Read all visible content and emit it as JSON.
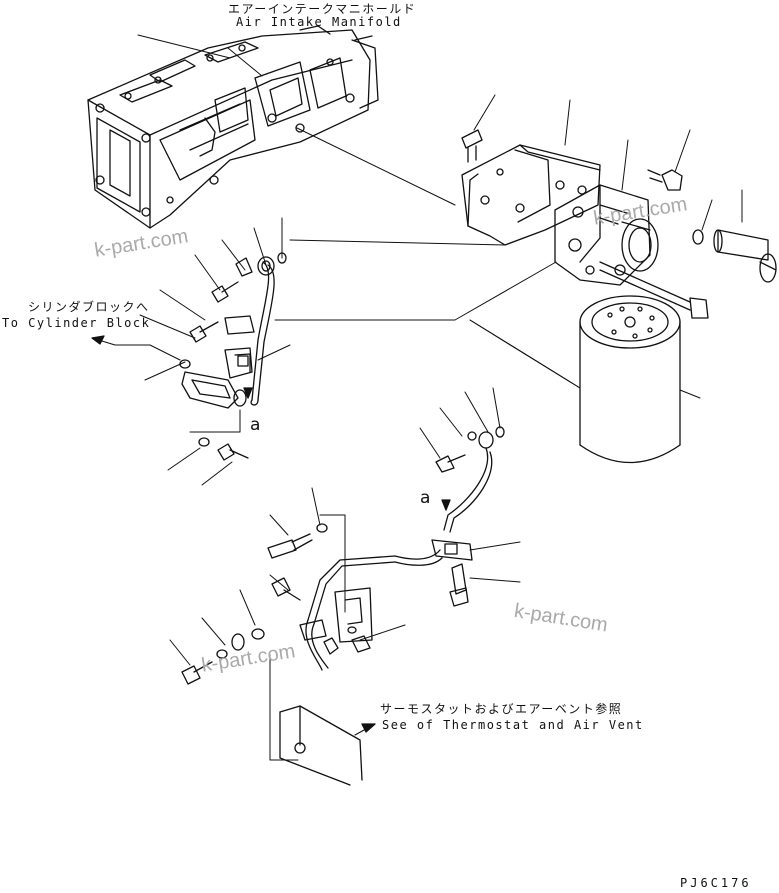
{
  "labels": {
    "manifold_jp": "エアーインテークマニホールド",
    "manifold_en": "Air Intake Manifold",
    "cylinder_jp": "シリンダブロックへ",
    "cylinder_en": "To Cylinder Block",
    "thermostat_jp": "サーモスタットおよびエアーベント参照",
    "thermostat_en": "See of Thermostat and Air Vent",
    "mark_a": "a",
    "figure_code": "PJ6C176"
  },
  "watermarks": [
    "k-part.com",
    "k-part.com",
    "k-part.com",
    "k-part.com"
  ],
  "colors": {
    "line": "#111111",
    "watermark": "#a9a9a9",
    "background": "#ffffff"
  }
}
